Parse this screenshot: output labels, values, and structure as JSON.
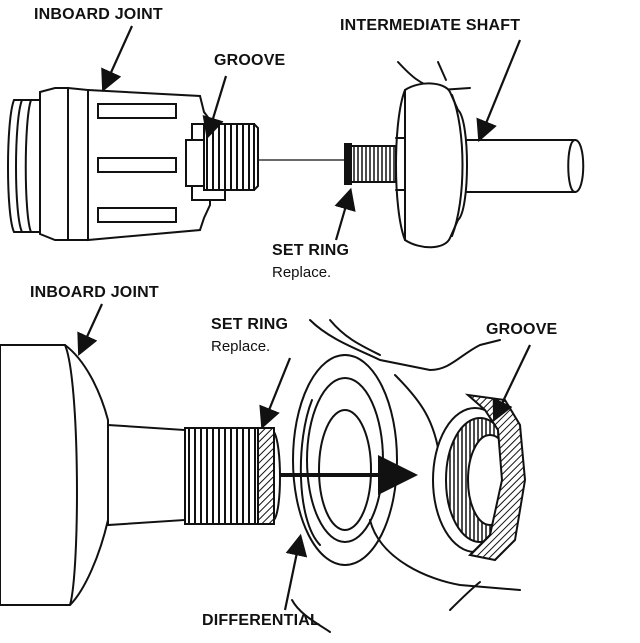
{
  "labels": {
    "top_inboard_joint": "INBOARD JOINT",
    "top_groove": "GROOVE",
    "intermediate_shaft": "INTERMEDIATE SHAFT",
    "top_set_ring": "SET RING",
    "top_set_ring_note": "Replace.",
    "bottom_inboard_joint": "INBOARD JOINT",
    "bottom_set_ring": "SET RING",
    "bottom_set_ring_note": "Replace.",
    "bottom_groove": "GROOVE",
    "differential": "DIFFERENTIAL"
  }
}
